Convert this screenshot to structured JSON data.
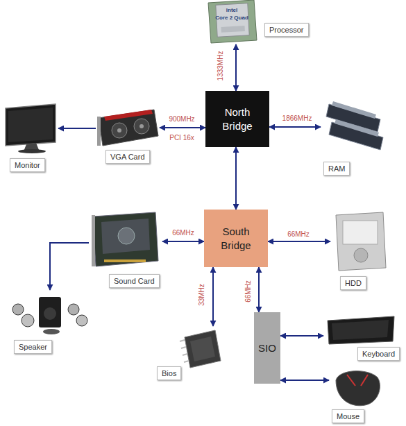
{
  "diagram": {
    "nodes": [
      {
        "text": [
          "Processor"
        ]
      },
      {
        "text": [
          "Monitor"
        ]
      },
      {
        "text": [
          "VGA Card"
        ]
      },
      {
        "text": [
          "North Bridge"
        ]
      },
      {
        "text": [
          "RAM"
        ]
      },
      {
        "text": [
          "Sound Card"
        ]
      },
      {
        "text": [
          "South Bridge"
        ]
      },
      {
        "text": [
          "HDD"
        ]
      },
      {
        "text": [
          "Speaker"
        ]
      },
      {
        "text": [
          "Bios"
        ]
      },
      {
        "text": [
          "SIO"
        ]
      },
      {
        "text": [
          "Keyboard"
        ]
      },
      {
        "text": [
          "Mouse"
        ]
      }
    ],
    "edges": [
      {
        "from": 0,
        "to": 3,
        "arrow": "both",
        "label": "1333MHz"
      },
      {
        "from": 2,
        "to": 3,
        "arrow": "both",
        "label": "900MHz"
      },
      {
        "from": 2,
        "to": 1,
        "arrow": "to"
      },
      {
        "from": 3,
        "to": 4,
        "arrow": "both",
        "label": "1866MHz"
      },
      {
        "from": 3,
        "to": 6,
        "arrow": "both"
      },
      {
        "from": 5,
        "to": 6,
        "arrow": "both",
        "label": "66MHz"
      },
      {
        "from": 5,
        "to": 8,
        "arrow": "to"
      },
      {
        "from": 6,
        "to": 7,
        "arrow": "both",
        "label": "66MHz"
      },
      {
        "from": 6,
        "to": 9,
        "arrow": "both",
        "label": "33MHz"
      },
      {
        "from": 6,
        "to": 10,
        "arrow": "both",
        "label": "66MHz"
      },
      {
        "from": 10,
        "to": 11,
        "arrow": "both"
      },
      {
        "from": 10,
        "to": 12,
        "arrow": "both"
      }
    ],
    "labels": [
      "PCI 16x",
      "intel",
      "Core 2 Quad"
    ]
  }
}
